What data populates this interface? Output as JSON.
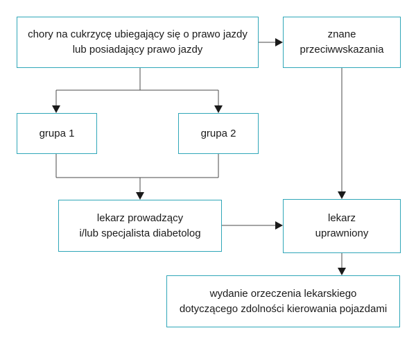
{
  "diagram": {
    "nodes": {
      "applicant": {
        "line1": "chory na cukrzycę ubiegający się o prawo jazdy",
        "line2": "lub posiadający prawo jazdy"
      },
      "contraindications": {
        "line1": "znane",
        "line2": "przeciwwskazania"
      },
      "group1": {
        "label": "grupa 1"
      },
      "group2": {
        "label": "grupa 2"
      },
      "attending_doctor": {
        "line1": "lekarz prowadzący",
        "line2": "i/lub specjalista diabetolog"
      },
      "authorized_doctor": {
        "line1": "lekarz",
        "line2": "uprawniony"
      },
      "certificate": {
        "line1": "wydanie orzeczenia lekarskiego",
        "line2": "dotyczącego zdolności kierowania pojazdami"
      }
    },
    "colors": {
      "box_border": "#2fa6b8",
      "connector": "#4a4a4a",
      "arrowhead": "#1a1a1a",
      "text": "#1a1a1a"
    }
  }
}
